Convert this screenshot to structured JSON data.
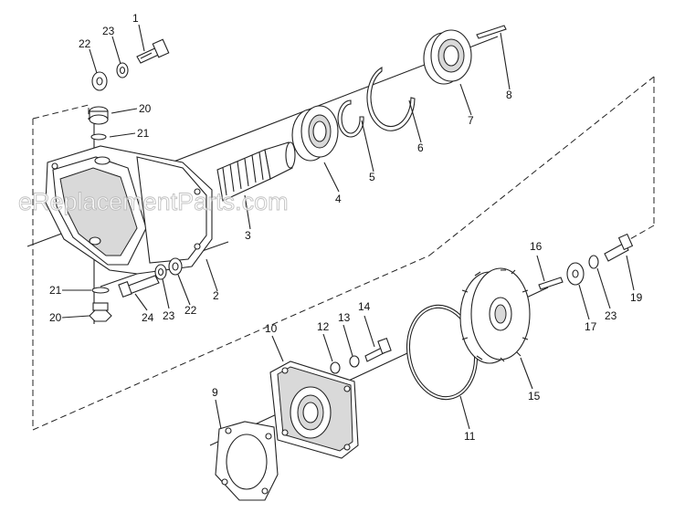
{
  "watermark": "eReplacementParts.com",
  "callouts": {
    "c1": "1",
    "c2": "2",
    "c3": "3",
    "c4": "4",
    "c5": "5",
    "c6": "6",
    "c7": "7",
    "c8": "8",
    "c9": "9",
    "c10": "10",
    "c11": "11",
    "c12": "12",
    "c13": "13",
    "c14": "14",
    "c15": "15",
    "c16": "16",
    "c17": "17",
    "c18": "19",
    "c20a": "20",
    "c20b": "20",
    "c21a": "21",
    "c21b": "21",
    "c22a": "22",
    "c22b": "22",
    "c23a": "23",
    "c23b": "23",
    "c23c": "23",
    "c24": "24"
  }
}
